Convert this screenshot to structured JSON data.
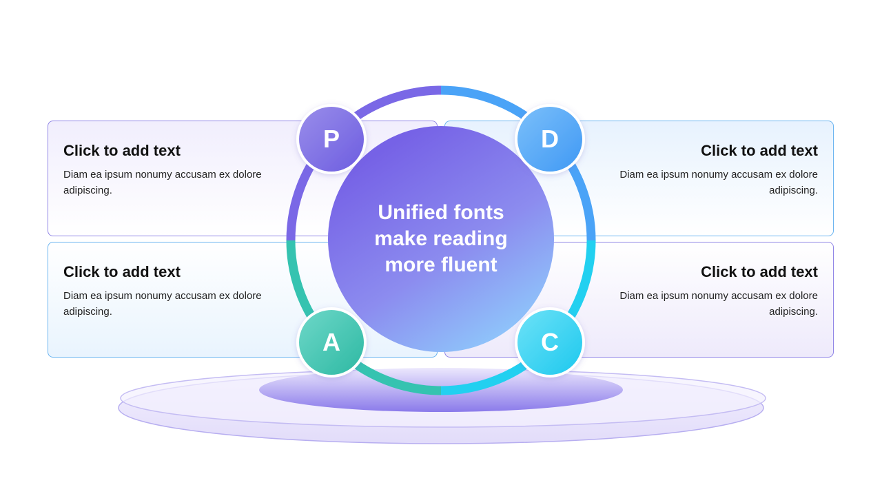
{
  "center": {
    "lines": [
      "Unified fonts",
      "make reading",
      "more fluent"
    ]
  },
  "stages": [
    {
      "letter": "P",
      "title": "Click to add text",
      "body": "Diam ea ipsum nonumy accusam ex dolore adipiscing.",
      "color": "#7a68e6"
    },
    {
      "letter": "D",
      "title": "Click to add text",
      "body": "Diam ea ipsum nonumy accusam ex dolore adipiscing.",
      "color": "#4aa3f7"
    },
    {
      "letter": "A",
      "title": "Click to add text",
      "body": "Diam ea ipsum nonumy accusam ex dolore adipiscing.",
      "color": "#35c3b0"
    },
    {
      "letter": "C",
      "title": "Click to add text",
      "body": "Diam ea ipsum nonumy accusam ex dolore adipiscing.",
      "color": "#22d0f0"
    }
  ]
}
